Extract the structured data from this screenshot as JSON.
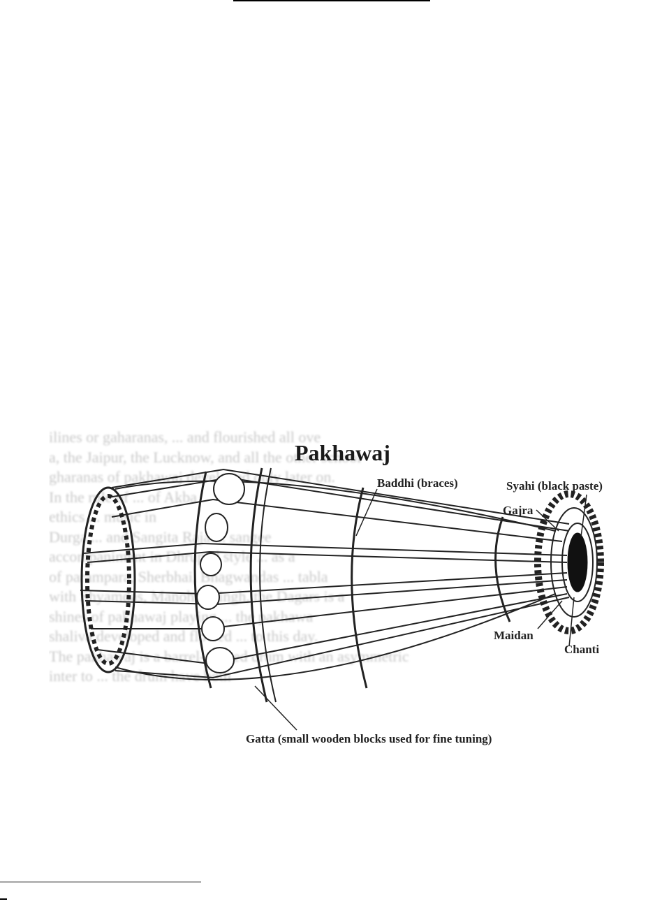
{
  "diagram": {
    "title": "Pakhawaj",
    "labels": {
      "baddhi": "Baddhi (braces)",
      "syahi": "Syahi (black paste)",
      "gajra": "Gajra",
      "maidan": "Maidan",
      "chanti": "Chanti",
      "gatta": "Gatta (small wooden blocks used for fine tuning)"
    },
    "background_lines": [
      "ilines or gaharanas, ... and flourished all ove",
      "a, the Jaipur, the Lucknow, and all the other school",
      "gharanas of pakhawaj developed only later on.",
      "In the rule of ... of Akba",
      "ethics ... music in",
      "Durga ... and Sangita Raja ... sangee",
      "accompaniment in Dhrupad style ... as a",
      "of parampara, Sherbhai, Bhagwandas ... tabla",
      "with Shyamdas, Manohar Singh, the Dagars is a",
      "shines of pakhawaj playing ... the pakhawa",
      "shaliva developed and flowed ... to this day.",
      "The pakhawaj is a barrel-shaped drum with an asymmetric",
      "inter to ... the drum have both"
    ]
  }
}
